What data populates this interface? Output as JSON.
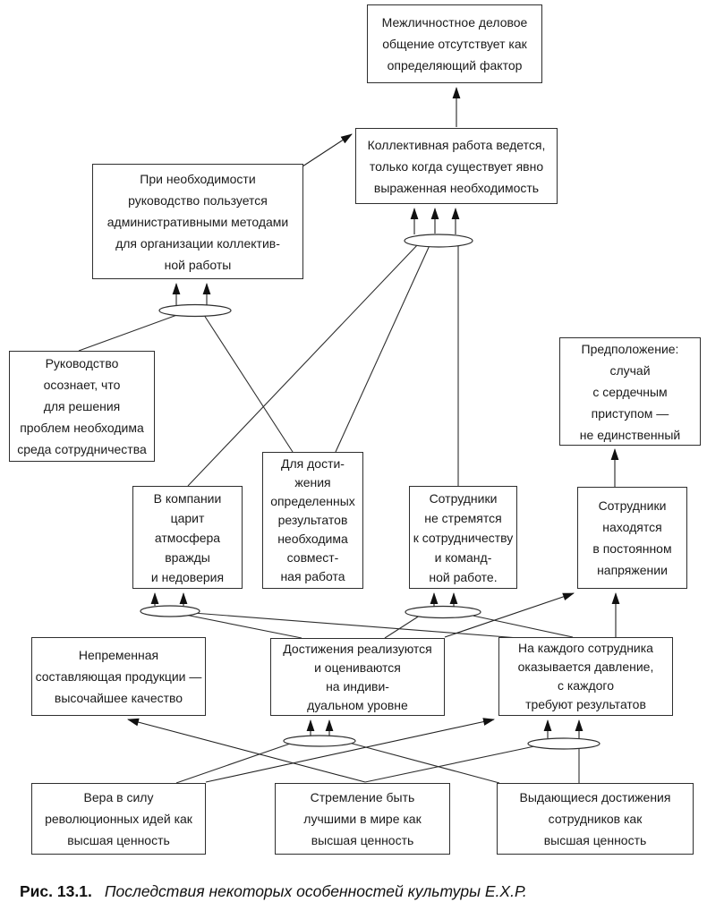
{
  "boxes": {
    "interpersonal": {
      "text": "Межличностное деловое\nобщение отсутствует как\nопределяющий фактор"
    },
    "collective_work": {
      "text": "Коллективная работа ведется,\nтолько когда существует явно\nвыраженная необходимость"
    },
    "admin_methods": {
      "text": "При необходимости\nруководство пользуется\nадминистративными методами\nдля организации коллектив-\nной работы"
    },
    "management_realizes": {
      "text": "Руководство\nосознает, что\nдля решения\nпроблем необходима\nсреда сотрудничества"
    },
    "assumption": {
      "text": "Предположение:\nслучай\nс сердечным\nприступом —\nне единственный"
    },
    "hostility": {
      "text": "В компании\nцарит\nатмосфера\nвражды\nи недоверия"
    },
    "joint_work_needed": {
      "text": "Для дости-\nжения\nопределенных\nрезультатов\nнеобходима\nсовмест-\nная работа"
    },
    "no_cooperation": {
      "text": "Сотрудники\nне стремятся\nк сотрудничеству\nи команд-\nной работе."
    },
    "constant_tension": {
      "text": "Сотрудники\nнаходятся\nв постоянном\nнапряжении"
    },
    "quality": {
      "text": "Непременная\nсоставляющая продукции —\nвысочайшее качество"
    },
    "individual_achievements": {
      "text": "Достижения реализуются\nи оцениваются\nна индиви-\nдуальном уровне"
    },
    "pressure": {
      "text": "На каждого сотрудника\nоказывается давление,\nс каждого\nтребуют результатов"
    },
    "revolutionary_ideas": {
      "text": "Вера в силу\nреволюционных идей как\nвысшая ценность"
    },
    "best_in_world": {
      "text": "Стремление быть\nлучшими в мире как\nвысшая ценность"
    },
    "outstanding_achievements": {
      "text": "Выдающиеся достижения\nсотрудников как\nвысшая ценность"
    }
  },
  "caption": {
    "label": "Рис. 13.1.",
    "text": "Последствия некоторых особенностей культуры Е.Х.Р."
  },
  "junctions": [
    "junction-a",
    "junction-b",
    "junction-c",
    "junction-d",
    "junction-e",
    "junction-f"
  ],
  "edges": [
    {
      "from": "management_realizes",
      "to": "junction-a",
      "type": "plain"
    },
    {
      "from": "joint_work_needed",
      "to": "junction-a",
      "type": "plain"
    },
    {
      "from": "hostility",
      "to": "junction-b",
      "type": "plain"
    },
    {
      "from": "joint_work_needed",
      "to": "junction-b",
      "type": "plain"
    },
    {
      "from": "no_cooperation",
      "to": "junction-b",
      "type": "plain"
    },
    {
      "from": "individual_achievements",
      "to": "junction-c",
      "type": "plain"
    },
    {
      "from": "pressure",
      "to": "junction-c",
      "type": "plain"
    },
    {
      "from": "individual_achievements",
      "to": "junction-d",
      "type": "plain"
    },
    {
      "from": "pressure",
      "to": "junction-d",
      "type": "plain"
    },
    {
      "from": "revolutionary_ideas",
      "to": "junction-e",
      "type": "plain"
    },
    {
      "from": "outstanding_achievements",
      "to": "junction-e",
      "type": "plain"
    },
    {
      "from": "best_in_world",
      "to": "junction-f",
      "type": "plain"
    },
    {
      "from": "outstanding_achievements",
      "to": "junction-f",
      "type": "plain"
    },
    {
      "from": "junction-a",
      "to": "admin_methods",
      "type": "arrow",
      "count": 2
    },
    {
      "from": "junction-b",
      "to": "collective_work",
      "type": "arrow",
      "count": 3
    },
    {
      "from": "junction-c",
      "to": "hostility",
      "type": "arrow",
      "count": 2
    },
    {
      "from": "junction-d",
      "to": "no_cooperation",
      "type": "arrow",
      "count": 2
    },
    {
      "from": "junction-e",
      "to": "individual_achievements",
      "type": "arrow",
      "count": 2
    },
    {
      "from": "junction-f",
      "to": "pressure",
      "type": "arrow",
      "count": 2
    },
    {
      "from": "admin_methods",
      "to": "collective_work",
      "type": "arrow",
      "count": 1
    },
    {
      "from": "collective_work",
      "to": "interpersonal",
      "type": "arrow",
      "count": 1
    },
    {
      "from": "individual_achievements",
      "to": "constant_tension",
      "type": "arrow",
      "count": 1
    },
    {
      "from": "pressure",
      "to": "constant_tension",
      "type": "arrow",
      "count": 1
    },
    {
      "from": "constant_tension",
      "to": "assumption",
      "type": "arrow",
      "count": 1
    },
    {
      "from": "best_in_world",
      "to": "quality",
      "type": "arrow",
      "count": 1
    },
    {
      "from": "revolutionary_ideas",
      "to": "pressure",
      "type": "arrow",
      "count": 1
    }
  ]
}
